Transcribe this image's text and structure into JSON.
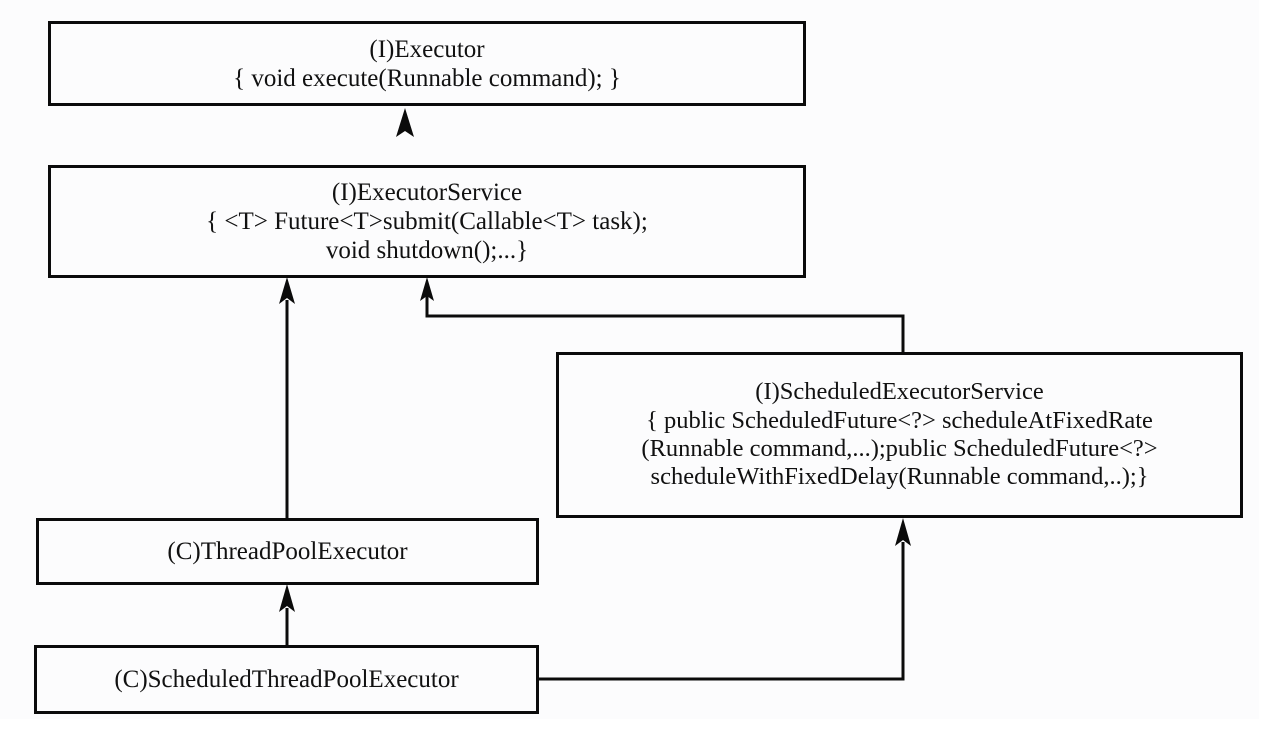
{
  "diagram": {
    "title": "Java Executor framework class hierarchy",
    "type": "uml-class-diagram",
    "background_color": "#fcfcfd",
    "stroke_color": "#0b0b0b",
    "text_color": "#111111",
    "nodes": [
      {
        "id": "executor",
        "stereotype": "(I)",
        "name": "(I)Executor",
        "lines": [
          "(I)Executor",
          "{ void execute(Runnable command); }"
        ]
      },
      {
        "id": "executor-service",
        "stereotype": "(I)",
        "name": "(I)ExecutorService",
        "lines": [
          "(I)ExecutorService",
          "{ <T> Future<T>submit(Callable<T> task);",
          "void shutdown();...}"
        ]
      },
      {
        "id": "scheduled-executor-service",
        "stereotype": "(I)",
        "name": "(I)ScheduledExecutorService",
        "lines": [
          "(I)ScheduledExecutorService",
          "{ public ScheduledFuture<?> scheduleAtFixedRate",
          "(Runnable command,...);public ScheduledFuture<?>",
          "scheduleWithFixedDelay(Runnable command,..);}"
        ]
      },
      {
        "id": "thread-pool-executor",
        "stereotype": "(C)",
        "name": "(C)ThreadPoolExecutor",
        "lines": [
          "(C)ThreadPoolExecutor"
        ]
      },
      {
        "id": "scheduled-thread-pool-executor",
        "stereotype": "(C)",
        "name": "(C)ScheduledThreadPoolExecutor",
        "lines": [
          "(C)ScheduledThreadPoolExecutor"
        ]
      }
    ],
    "edges": [
      {
        "id": "executor-service-to-executor",
        "from": "executor-service",
        "to": "executor",
        "kind": "generalization",
        "arrowhead": "filled-triangle"
      },
      {
        "id": "scheduled-executor-service-to-executor-service",
        "from": "scheduled-executor-service",
        "to": "executor-service",
        "kind": "generalization",
        "arrowhead": "filled-triangle"
      },
      {
        "id": "thread-pool-executor-to-executor-service",
        "from": "thread-pool-executor",
        "to": "executor-service",
        "kind": "generalization",
        "arrowhead": "filled-triangle"
      },
      {
        "id": "scheduled-thread-pool-executor-to-thread-pool-executor",
        "from": "scheduled-thread-pool-executor",
        "to": "thread-pool-executor",
        "kind": "generalization",
        "arrowhead": "filled-triangle"
      },
      {
        "id": "scheduled-thread-pool-executor-to-scheduled-executor-service",
        "from": "scheduled-thread-pool-executor",
        "to": "scheduled-executor-service",
        "kind": "realization",
        "arrowhead": "filled-triangle"
      }
    ]
  }
}
